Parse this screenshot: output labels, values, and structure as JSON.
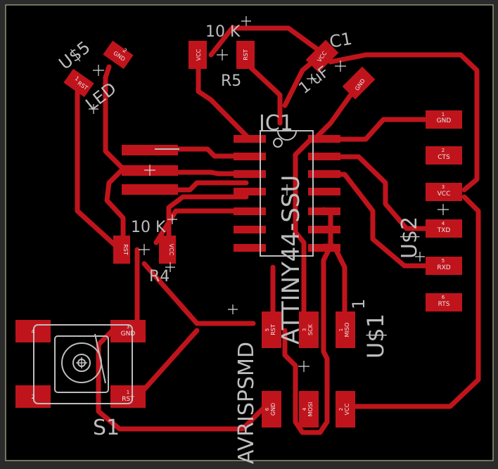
{
  "colors": {
    "background": "#000000",
    "outer": "#2b2b2b",
    "outline": "#cfcfa8",
    "copper": "#c0141c",
    "silk": "#bdbdbd",
    "pad_text": "#e8e8e8",
    "origin": "#d8d8d8"
  },
  "labels": {
    "r5_value": "10 K",
    "r5_name": "R5",
    "c1_name": "C1",
    "c1_value": "1 uF",
    "u5_name": "U$5",
    "u5_type": "LED",
    "ic1_name": "IC1",
    "ic1_part": "ATTINY44-SSU",
    "r4_value": "10 K",
    "r4_name": "R4",
    "u2_name": "U$2",
    "u1_name": "U$1",
    "u1_pin": "1",
    "isp_name": "AVRISPSMD",
    "s1_name": "S1"
  },
  "pads": {
    "r5_vcc": "VCC",
    "r5_rst": "RST",
    "c1_vcc": "VCC",
    "c1_gnd": "GND",
    "u5_num1": "1",
    "u5_name1": "RST",
    "u5_num2": "2",
    "u5_name2": "GND",
    "r4_rst": "RST",
    "r4_vcc": "VCC",
    "u2_1_num": "1",
    "u2_1_name": "GND",
    "u2_2_num": "2",
    "u2_2_name": "CTS",
    "u2_3_num": "3",
    "u2_3_name": "VCC",
    "u2_4_num": "4",
    "u2_4_name": "TXD",
    "u2_5_num": "5",
    "u2_5_name": "RXD",
    "u2_6_num": "6",
    "u2_6_name": "RTS",
    "isp_5_num": "5",
    "isp_5_name": "RST",
    "isp_3_num": "3",
    "isp_3_name": "SCK",
    "isp_1_num": "1",
    "isp_1_name": "MISO",
    "isp_6_num": "6",
    "isp_6_name": "GND",
    "isp_4_num": "4",
    "isp_4_name": "MOSI",
    "isp_2_num": "2",
    "isp_2_name": "VCC",
    "s1_4": "4",
    "s1_2": "2",
    "s1_3_num": "3",
    "s1_3_name": "GND",
    "s1_1_num": "1",
    "s1_1_name": "RST"
  }
}
